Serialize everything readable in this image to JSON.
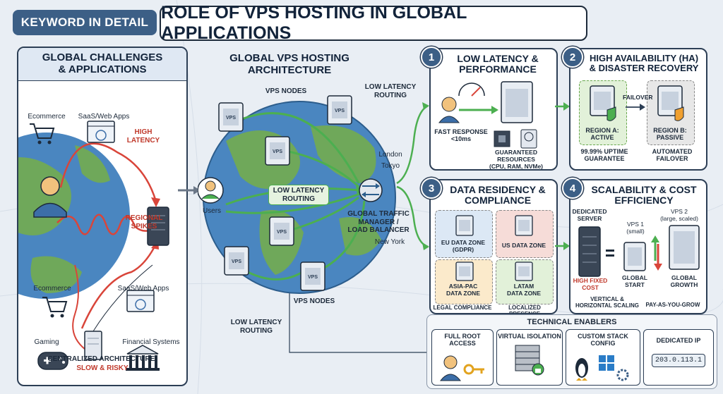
{
  "header": {
    "tag": "KEYWORD IN DETAIL",
    "title": "ROLE OF VPS HOSTING IN GLOBAL APPLICATIONS"
  },
  "left_panel": {
    "title_line1": "GLOBAL CHALLENGES",
    "title_line2": "& APPLICATIONS",
    "apps": {
      "ecommerce_top": "Ecommerce",
      "saas_top": "SaaS/Web Apps",
      "ecommerce_bottom": "Ecommerce",
      "saas_bottom": "SaaS/Web Apps",
      "gaming": "Gaming",
      "financial": "Financial Systems"
    },
    "high_latency": "HIGH\nLATENCY",
    "regional_spikes": "REGIONAL\nSPIKES",
    "footer_line1": "CENTRALIZED ARCHITECTURE:",
    "footer_line2": "SLOW & RISKY"
  },
  "center": {
    "title_line1": "GLOBAL VPS HOSTING",
    "title_line2": "ARCHITECTURE",
    "vps_nodes_top": "VPS NODES",
    "vps_nodes_bottom": "VPS NODES",
    "low_latency_routing_top": "LOW LATENCY\nROUTING",
    "low_latency_routing_mid": "LOW LATENCY\nROUTING",
    "low_latency_routing_bottom": "LOW LATENCY\nROUTING",
    "users": "Users",
    "london": "London",
    "tokyo": "Tokyo",
    "new_york": "New York",
    "gtm": "GLOBAL TRAFFIC\nMANAGER /\nLOAD BALANCER",
    "vps_label": "VPS"
  },
  "sections": {
    "s1": {
      "num": "1",
      "title": "LOW LATENCY &\nPERFORMANCE",
      "fast_response": "FAST RESPONSE\n<10ms",
      "guaranteed": "GUARANTEED RESOURCES\n(CPU, RAM, NVMe)"
    },
    "s2": {
      "num": "2",
      "title": "HIGH AVAILABILITY (HA)\n& DISASTER RECOVERY",
      "failover": "FAILOVER",
      "region_a": "REGION A:\nACTIVE",
      "region_b": "REGION B:\nPASSIVE",
      "uptime": "99.99% UPTIME\nGUARANTEE",
      "auto_failover": "AUTOMATED\nFAILOVER"
    },
    "s3": {
      "num": "3",
      "title": "DATA RESIDENCY &\nCOMPLIANCE",
      "eu": "EU DATA ZONE\n(GDPR)",
      "us": "US DATA ZONE",
      "apac": "ASIA-PAC\nDATA ZONE",
      "latam": "LATAM\nDATA ZONE",
      "legal": "LEGAL COMPLIANCE",
      "localized": "LOCALIZED PRESENCE"
    },
    "s4": {
      "num": "4",
      "title": "SCALABILITY & COST\nEFFICIENCY",
      "dedicated": "DEDICATED\nSERVER",
      "vps1": "VPS 1\n(small)",
      "vps2": "VPS 2\n(large, scaled)",
      "high_fixed": "HIGH FIXED\nCOST",
      "global_start": "GLOBAL\nSTART",
      "global_growth": "GLOBAL\nGROWTH",
      "scaling": "VERTICAL &\nHORIZONTAL SCALING",
      "payg": "PAY-AS-YOU-GROW"
    }
  },
  "enablers": {
    "title": "TECHNICAL ENABLERS",
    "root": "FULL ROOT ACCESS",
    "isolation": "VIRTUAL ISOLATION",
    "stack": "CUSTOM STACK CONFIG",
    "ip_title": "DEDICATED IP",
    "ip_value": "203.0.113.1"
  },
  "colors": {
    "accent": "#3c5f86",
    "green": "#4caf50",
    "red": "#d9453a",
    "ocean": "#4a86c0",
    "land": "#6fa85a"
  }
}
